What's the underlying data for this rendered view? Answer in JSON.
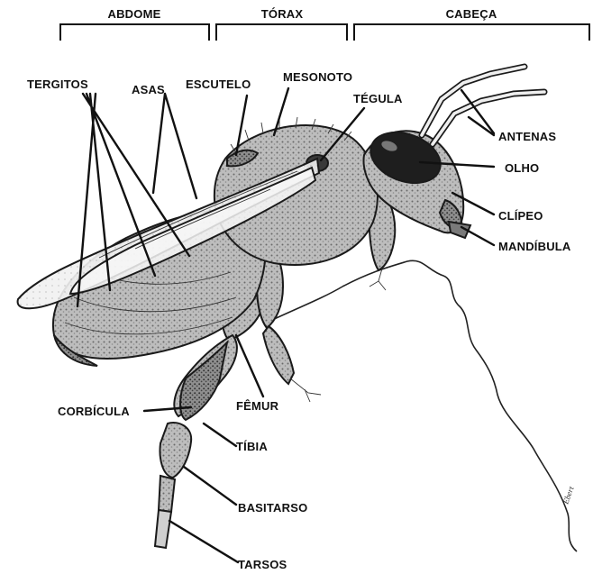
{
  "regions": {
    "abdome": "ABDOME",
    "torax": "TÓRAX",
    "cabeca": "CABEÇA"
  },
  "labels": {
    "tergitos": "TERGITOS",
    "asas": "ASAS",
    "escutelo": "ESCUTELO",
    "mesonoto": "MESONOTO",
    "tegula": "TÉGULA",
    "antenas": "ANTENAS",
    "olho": "OLHO",
    "clipeo": "CLÍPEO",
    "mandibula": "MANDÍBULA",
    "corbicula": "CORBÍCULA",
    "femur": "FÊMUR",
    "tibia": "TÍBIA",
    "basitarso": "BASITARSO",
    "tarsos": "TARSOS"
  },
  "signature": "Ebert"
}
